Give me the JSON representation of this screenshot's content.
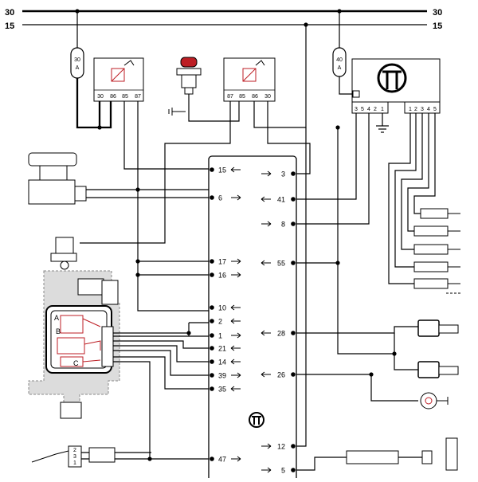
{
  "rails": {
    "left_30": "30",
    "left_15": "15",
    "right_30": "30",
    "right_15": "15"
  },
  "fuses": {
    "fuse_left": {
      "amps": "30",
      "unit": "A"
    },
    "fuse_right": {
      "amps": "40",
      "unit": "A"
    }
  },
  "relay_left_pins": [
    "30",
    "86",
    "85",
    "87"
  ],
  "relay_right_pins": [
    "87",
    "85",
    "86",
    "30"
  ],
  "module_pins_a": [
    "3",
    "5",
    "4",
    "2",
    "1"
  ],
  "module_pins_b": [
    "1",
    "2",
    "3",
    "4",
    "5"
  ],
  "pump_labels": {
    "a": "A",
    "b": "B",
    "c": "C"
  },
  "ecu_left_pins": [
    "15",
    "6",
    "17",
    "16",
    "10",
    "2",
    "1",
    "21",
    "14",
    "39",
    "35",
    "47"
  ],
  "ecu_right_pins": [
    "3",
    "41",
    "8",
    "55",
    "28",
    "26",
    "12",
    "5"
  ],
  "connector_pins": [
    "2",
    "3",
    "1"
  ],
  "colors": {
    "line": "#000000",
    "component": "#bd1e24",
    "shade": "#d6d6d6",
    "ecu": "#ffffff"
  }
}
